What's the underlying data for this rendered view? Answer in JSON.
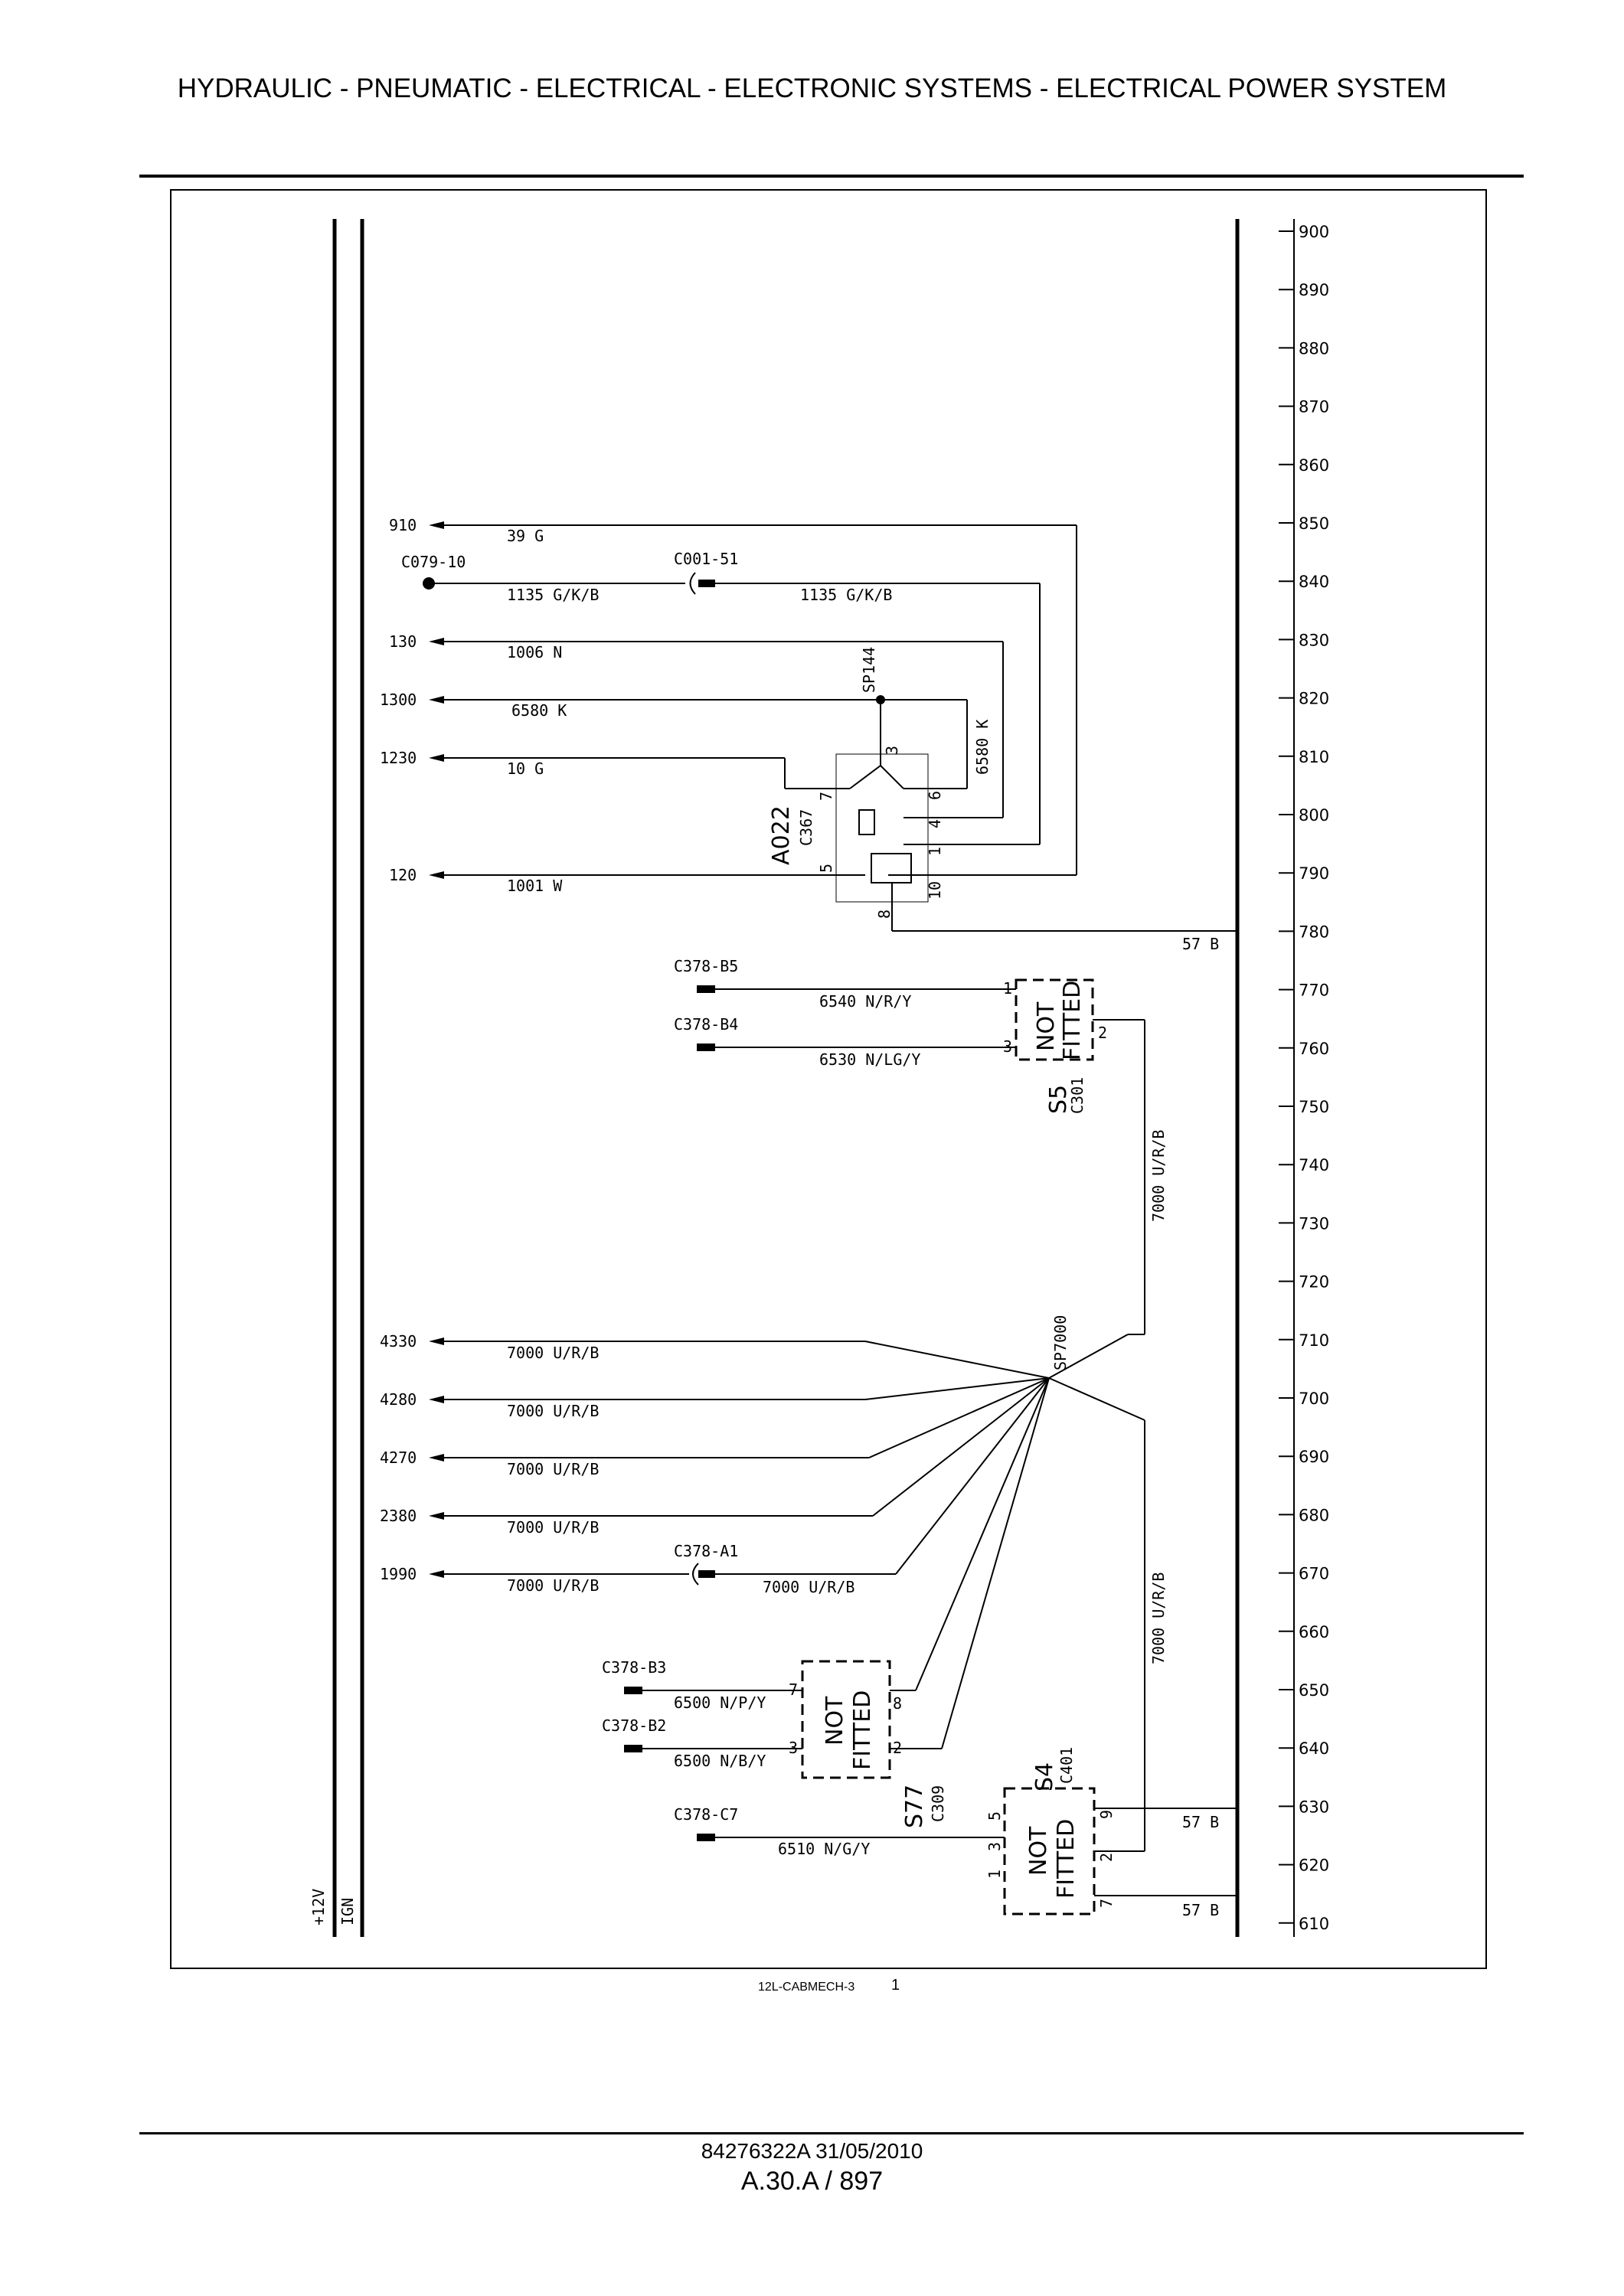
{
  "header": {
    "title": "HYDRAULIC - PNEUMATIC - ELECTRICAL - ELECTRONIC SYSTEMS - ELECTRICAL POWER SYSTEM"
  },
  "footer": {
    "diagram_label": "12L-CABMECH-3",
    "sheet_number": "1",
    "doc_code": "84276322A 31/05/2010",
    "page_ref": "A.30.A / 897"
  },
  "rails": {
    "supply": "+12V",
    "ignition": "IGN"
  },
  "scale": [
    "900",
    "890",
    "880",
    "870",
    "860",
    "850",
    "840",
    "830",
    "820",
    "810",
    "800",
    "790",
    "780",
    "770",
    "760",
    "750",
    "740",
    "730",
    "720",
    "710",
    "700",
    "690",
    "680",
    "670",
    "660",
    "650",
    "640",
    "630",
    "620",
    "610"
  ],
  "refs": {
    "r910": "910",
    "r130": "130",
    "r1300": "1300",
    "r1230": "1230",
    "r120": "120",
    "r4330": "4330",
    "r4280": "4280",
    "r4270": "4270",
    "r2380": "2380",
    "r1990": "1990"
  },
  "connectors": {
    "c079_10": "C079-10",
    "c001_51": "C001-51",
    "c378_b5": "C378-B5",
    "c378_b4": "C378-B4",
    "c378_a1": "C378-A1",
    "c378_b3": "C378-B3",
    "c378_b2": "C378-B2",
    "c378_c7": "C378-C7"
  },
  "splices": {
    "sp144": "SP144",
    "sp7000": "SP7000"
  },
  "wires": {
    "w39g": "39 G",
    "w1135a": "1135 G/K/B",
    "w1135b": "1135 G/K/B",
    "w1006n": "1006 N",
    "w6580k": "6580 K",
    "w6580k_v": "6580 K",
    "w10g": "10 G",
    "w1001w": "1001 W",
    "w57b_780": "57 B",
    "w6540": "6540 N/R/Y",
    "w6530": "6530 N/LG/Y",
    "w7000_v1": "7000 U/R/B",
    "w7000_4330": "7000 U/R/B",
    "w7000_4280": "7000 U/R/B",
    "w7000_4270": "7000 U/R/B",
    "w7000_2380": "7000 U/R/B",
    "w7000_1990": "7000 U/R/B",
    "w7000_a1": "7000 U/R/B",
    "w7000_v2": "7000 U/R/B",
    "w6500_npy": "6500 N/P/Y",
    "w6500_nby": "6500 N/B/Y",
    "w6510": "6510 N/G/Y",
    "w57b_630": "57 B",
    "w57b_615": "57 B"
  },
  "components": {
    "a022": {
      "name": "A022",
      "conn": "C367",
      "pins": [
        "7",
        "5",
        "3",
        "6",
        "4",
        "1",
        "10",
        "8"
      ]
    },
    "s5": {
      "name": "S5",
      "conn": "C301",
      "status": "NOT FITTED",
      "pins": [
        "1",
        "3",
        "2"
      ]
    },
    "s77": {
      "name": "S77",
      "conn": "C309",
      "status": "NOT FITTED",
      "pins": [
        "7",
        "3",
        "8",
        "2"
      ]
    },
    "s4": {
      "name": "S4",
      "conn": "C401",
      "status": "NOT FITTED",
      "pins": [
        "5",
        "3",
        "1",
        "9",
        "2",
        "7"
      ]
    }
  },
  "not_fitted_words": {
    "line1": "NOT",
    "line2": "FITTED"
  }
}
